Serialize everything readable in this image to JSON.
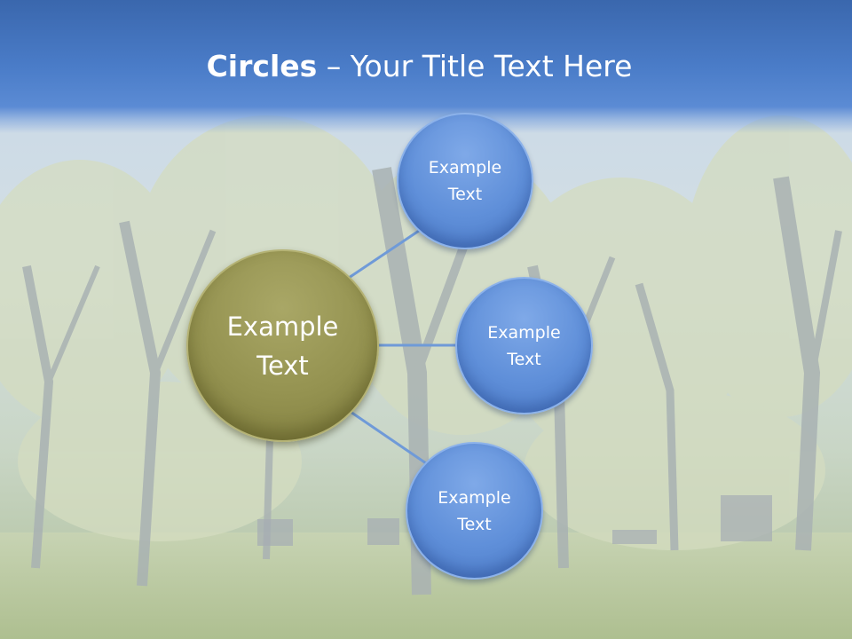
{
  "title": {
    "bold": "Circles",
    "rest": " – Your Title Text Here"
  },
  "center": {
    "line1": "Example",
    "line2": "Text"
  },
  "nodes": [
    {
      "line1": "Example",
      "line2": "Text"
    },
    {
      "line1": "Example",
      "line2": "Text"
    },
    {
      "line1": "Example",
      "line2": "Text"
    }
  ],
  "colors": {
    "header": "#4a7cc8",
    "node": "#5f8fd9",
    "center": "#949250",
    "connector": "#6f9ad8"
  }
}
